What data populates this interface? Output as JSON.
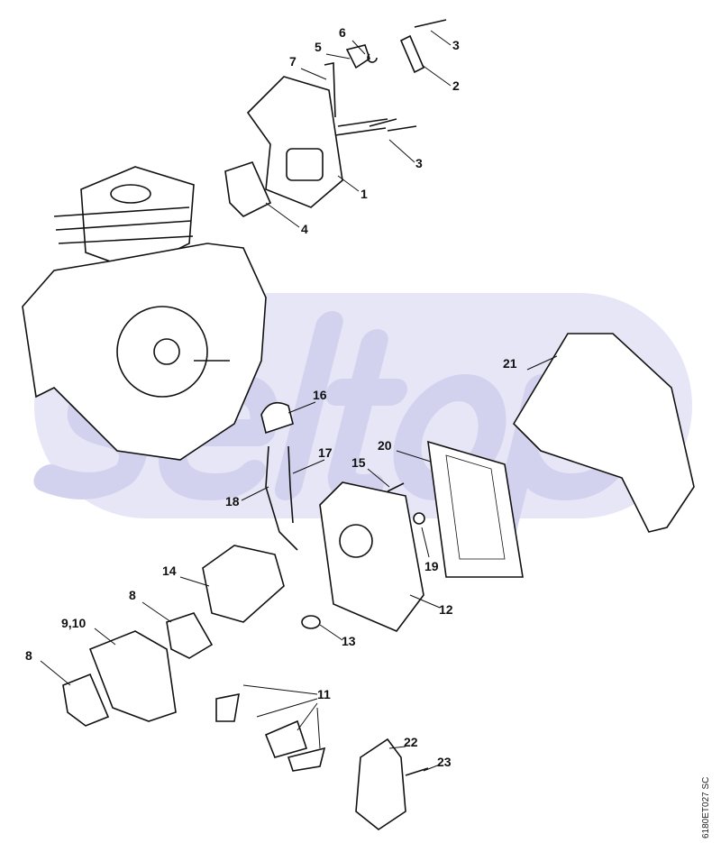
{
  "watermark": "seltop",
  "drawing_code": "6180ET027 SC",
  "callouts": [
    "6",
    "5",
    "7",
    "3",
    "2",
    "3",
    "1",
    "4",
    "21",
    "16",
    "20",
    "17",
    "15",
    "18",
    "19",
    "14",
    "8",
    "12",
    "9,10",
    "13",
    "8",
    "11",
    "22",
    "23"
  ],
  "colors": {
    "line": "#111111",
    "watermark_band": "#e6e6f7"
  }
}
